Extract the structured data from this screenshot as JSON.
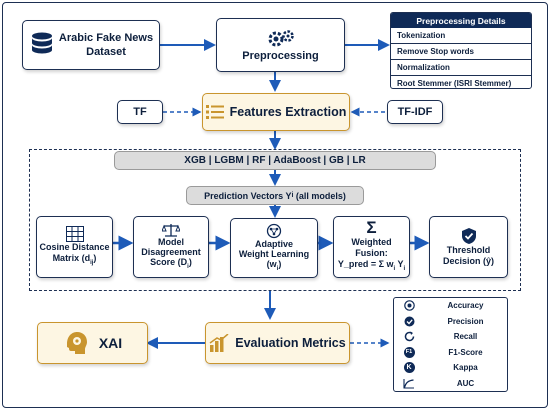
{
  "dataset": {
    "line1": "Arabic Fake News",
    "line2": "Dataset"
  },
  "preprocessing": {
    "label": "Preprocessing"
  },
  "details": {
    "title": "Preprocessing Details",
    "items": [
      "Tokenization",
      "Remove Stop words",
      "Normalization",
      "Root Stemmer (ISRI Stemmer)"
    ]
  },
  "tf": {
    "label": "TF"
  },
  "tfidf": {
    "label": "TF-IDF"
  },
  "features": {
    "label": "Features Extraction"
  },
  "models": {
    "label": "XGB | LGBM | RF | AdaBoost | GB | LR"
  },
  "prediction": {
    "label": "Prediction Vectors Y",
    "sub": "i",
    "suffix": " (all models)"
  },
  "steps": {
    "cosine": {
      "line1": "Cosine Distance",
      "line2": "Matrix (d",
      "sub": "ij",
      "close": ")"
    },
    "disagreement": {
      "line1": "Model",
      "line2": "Disagreement",
      "line3": "Score (D",
      "sub": "i",
      "close": ")"
    },
    "adaptive": {
      "line1": "Adaptive",
      "line2": "Weight Learning",
      "line3": "(w",
      "sub": "i",
      "close": ")"
    },
    "fusion": {
      "line1": "Weighted Fusion:",
      "line2": "Y_pred = Σ w",
      "sub": "i",
      "tail": " Y",
      "sub2": "i"
    },
    "threshold": {
      "line1": "Threshold",
      "line2": "Decision (ŷ)"
    }
  },
  "evaluation": {
    "label": "Evaluation Metrics"
  },
  "xai": {
    "label": "XAI"
  },
  "metrics": [
    {
      "icon": "target-icon",
      "label": "Accuracy"
    },
    {
      "icon": "check-circle-icon",
      "label": "Precision"
    },
    {
      "icon": "refresh-icon",
      "label": "Recall"
    },
    {
      "icon": "f1-badge-icon",
      "badge": "F1",
      "label": "F1-Score"
    },
    {
      "icon": "k-badge-icon",
      "badge": "K",
      "label": "Kappa"
    },
    {
      "icon": "auc-curve-icon",
      "label": "AUC"
    }
  ],
  "colors": {
    "navy": "#0f2a57",
    "blue": "#1e5bb8",
    "gold": "#c9952e",
    "gold_bg": "#fdf6e3"
  }
}
